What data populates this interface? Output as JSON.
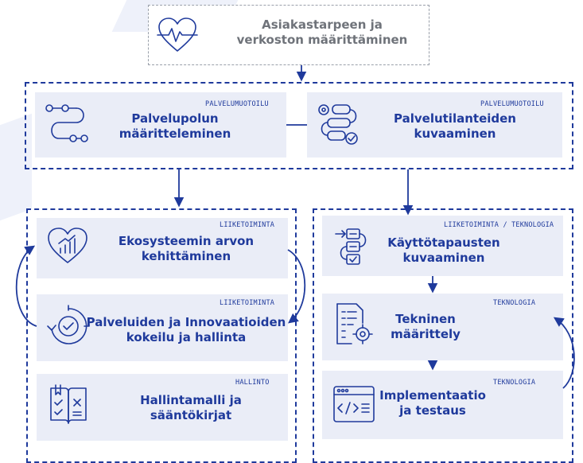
{
  "top": {
    "title_line1": "Asiakastarpeen ja",
    "title_line2": "verkoston määrittäminen",
    "icon": "heartbeat-icon"
  },
  "service_design": [
    {
      "tag": "PALVELUMUOTOILU",
      "line1": "Palvelupolun",
      "line2": "määritteleminen",
      "icon": "path-nodes-icon"
    },
    {
      "tag": "PALVELUMUOTOILU",
      "line1": "Palvelutilanteiden",
      "line2": "kuvaaminen",
      "icon": "process-flow-icon"
    }
  ],
  "left_column": [
    {
      "tag": "LIIKETOIMINTA",
      "line1": "Ekosysteemin arvon",
      "line2": "kehittäminen",
      "icon": "heart-growth-chart-icon"
    },
    {
      "tag": "LIIKETOIMINTA",
      "line1": "Palveluiden ja Innovaatioiden",
      "line2": "kokeilu ja hallinta",
      "icon": "cycle-check-icon"
    },
    {
      "tag": "HALLINTO",
      "line1": "Hallintamalli ja",
      "line2": "sääntökirjat",
      "icon": "rulebook-icon"
    }
  ],
  "right_column": [
    {
      "tag": "LIIKETOIMINTA / TEKNOLOGIA",
      "line1": "Käyttötapausten",
      "line2": "kuvaaminen",
      "icon": "use-case-flow-icon"
    },
    {
      "tag": "TEKNOLOGIA",
      "line1": "Tekninen",
      "line2": "määrittely",
      "icon": "document-gear-icon"
    },
    {
      "tag": "TEKNOLOGIA",
      "line1": "Implementaatio",
      "line2": "ja testaus",
      "icon": "code-window-icon"
    }
  ],
  "colors": {
    "accent": "#1f3a9c",
    "box_fill": "#eaedf7",
    "top_text": "#6f737a"
  }
}
